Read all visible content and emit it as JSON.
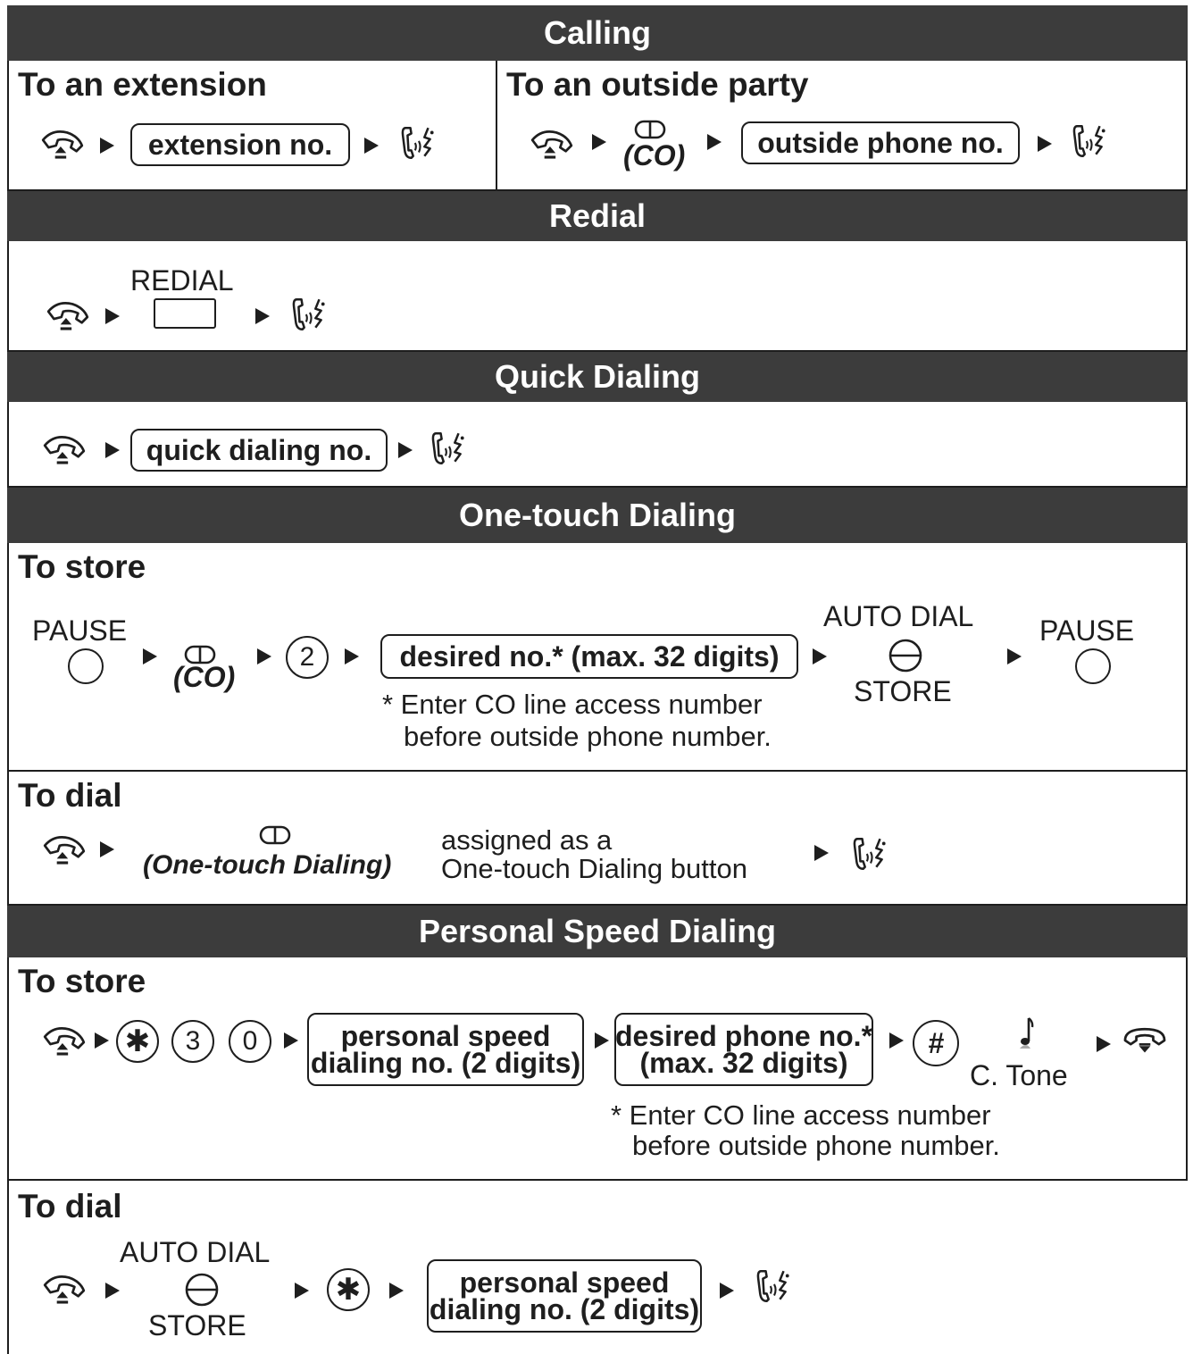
{
  "sections": {
    "calling": {
      "title": "Calling",
      "extension": {
        "heading": "To an extension",
        "field": "extension no."
      },
      "outside": {
        "heading": "To an outside party",
        "co_label": "(CO)",
        "field": "outside phone no."
      }
    },
    "redial": {
      "title": "Redial",
      "button_label": "REDIAL"
    },
    "quick": {
      "title": "Quick Dialing",
      "field": "quick dialing no."
    },
    "onetouch": {
      "title": "One-touch Dialing",
      "store": {
        "heading": "To store",
        "pause1": "PAUSE",
        "co_label": "(CO)",
        "digit": "2",
        "field": "desired no.* (max. 32 digits)",
        "auto_dial": "AUTO DIAL",
        "store_label": "STORE",
        "pause2": "PAUSE",
        "note_line1": "* Enter CO line access number",
        "note_line2": "before outside phone number."
      },
      "dial": {
        "heading": "To dial",
        "button_label": "(One-touch Dialing)",
        "assigned_line1": "assigned as a",
        "assigned_line2": "One-touch Dialing button"
      }
    },
    "personal": {
      "title": "Personal Speed Dialing",
      "store": {
        "heading": "To store",
        "key_star": "✱",
        "key_3": "3",
        "key_0": "0",
        "field1_line1": "personal speed",
        "field1_line2": "dialing no. (2 digits)",
        "field2_line1": "desired phone no.*",
        "field2_line2": "(max. 32 digits)",
        "key_hash": "#",
        "tone": "C. Tone",
        "note_line1": "* Enter CO line access number",
        "note_line2": "before outside phone number."
      },
      "dial": {
        "heading": "To dial",
        "auto_dial": "AUTO DIAL",
        "store_label": "STORE",
        "key_star": "✱",
        "field_line1": "personal speed",
        "field_line2": "dialing no. (2 digits)"
      }
    }
  }
}
